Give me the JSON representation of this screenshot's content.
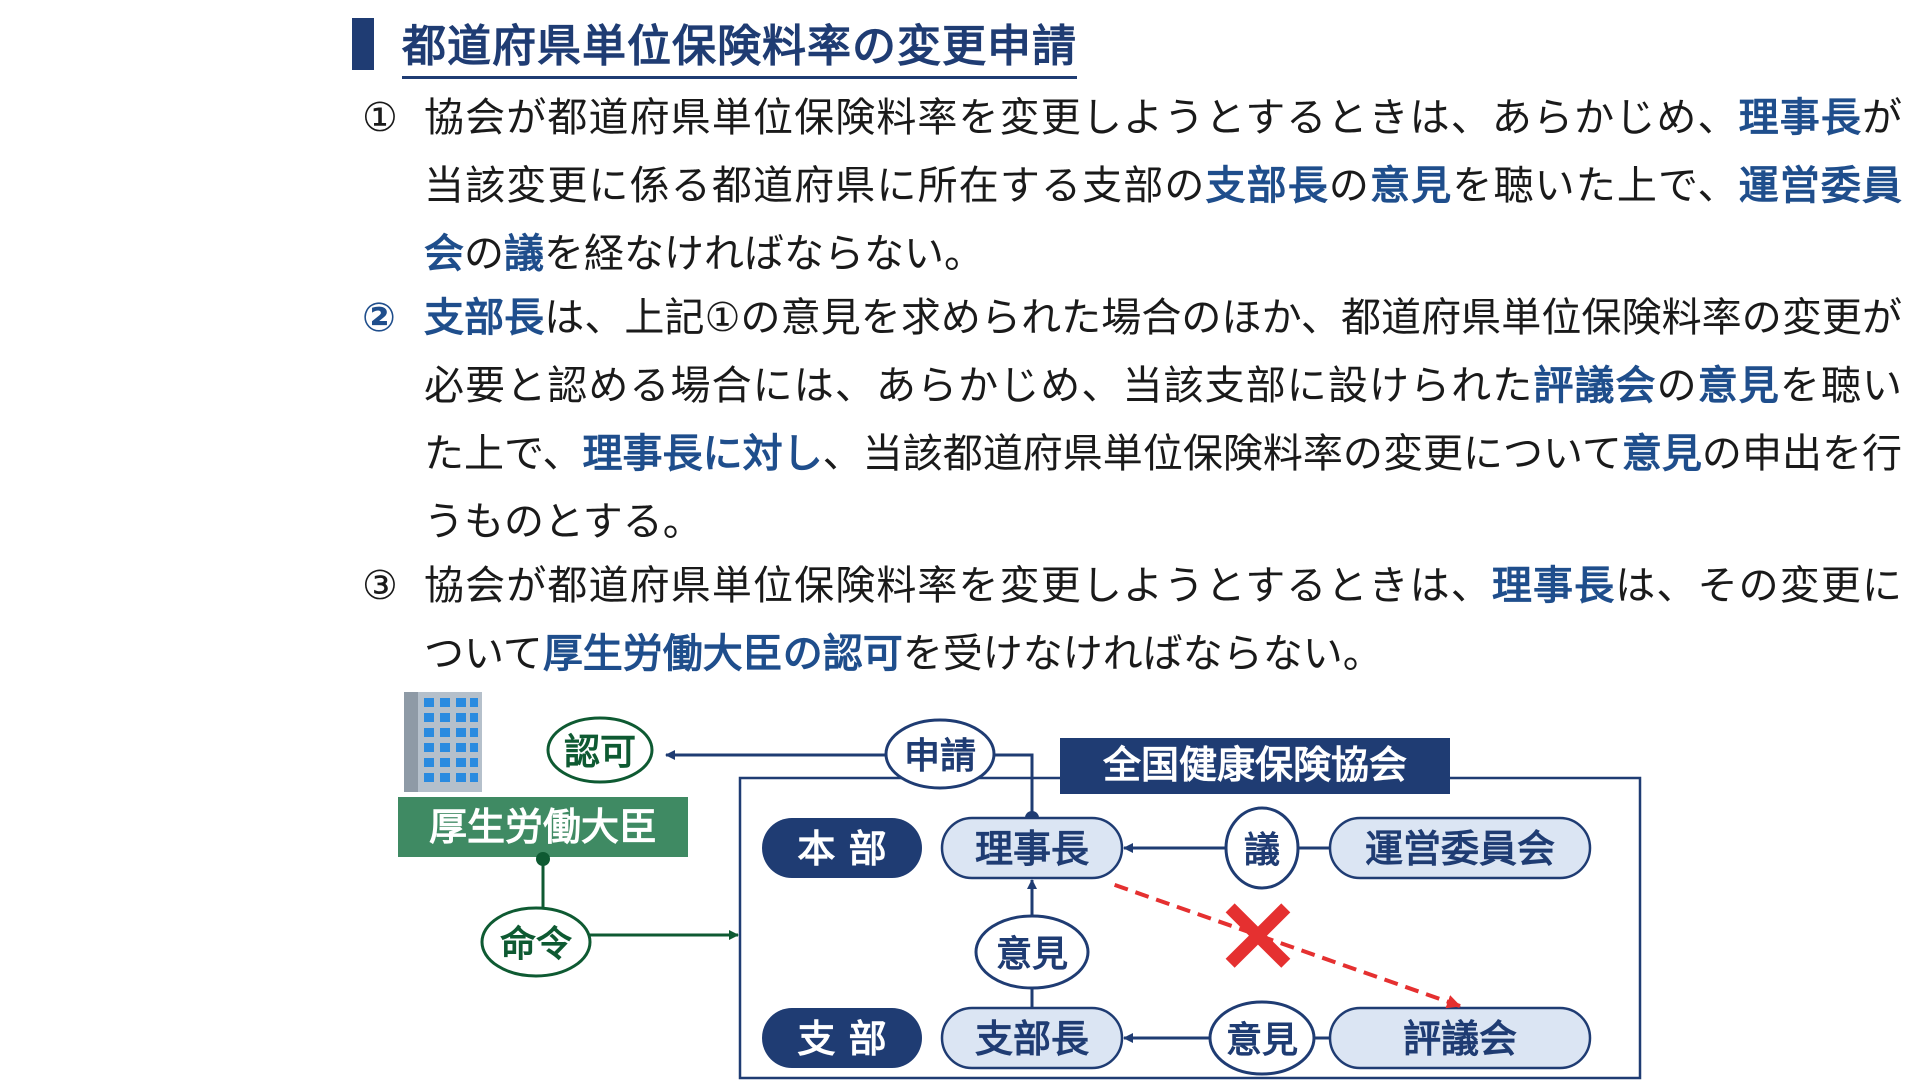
{
  "heading": "都道府県単位保険料率の変更申請",
  "items": [
    {
      "num": "①",
      "segments": [
        {
          "t": "協会が都道府県単位保険料率を変更しようとするときは、あらかじめ、"
        },
        {
          "t": "理事長",
          "b": true
        },
        {
          "t": "が当該変更に係る都道府県に所在する支部の"
        },
        {
          "t": "支部長",
          "b": true
        },
        {
          "t": "の"
        },
        {
          "t": "意見",
          "b": true
        },
        {
          "t": "を聴いた上で、"
        },
        {
          "t": "運営委員会",
          "b": true
        },
        {
          "t": "の"
        },
        {
          "t": "議",
          "b": true
        },
        {
          "t": "を経なければならない。"
        }
      ]
    },
    {
      "num": "②",
      "segments": [
        {
          "t": "支部長",
          "b": true
        },
        {
          "t": "は、上記①の意見を求められた場合のほか、都道府県単位保険料率の変更が必要と認める場合には、あらかじめ、当該支部に設けられた"
        },
        {
          "t": "評議会",
          "b": true
        },
        {
          "t": "の"
        },
        {
          "t": "意見",
          "b": true
        },
        {
          "t": "を聴いた上で、"
        },
        {
          "t": "理事長に対し",
          "b": true
        },
        {
          "t": "、当該都道府県単位保険料率の変更について"
        },
        {
          "t": "意見",
          "b": true
        },
        {
          "t": "の申出を行うものとする。"
        }
      ]
    },
    {
      "num": "③",
      "segments": [
        {
          "t": "協会が都道府県単位保険料率を変更しようとするときは、"
        },
        {
          "t": "理事長",
          "b": true
        },
        {
          "t": "は、その変更について"
        },
        {
          "t": "厚生労働大臣の認可",
          "b": true
        },
        {
          "t": "を受けなければならない。"
        }
      ]
    }
  ],
  "diagram": {
    "minister": "厚生労働大臣",
    "approval": "認可",
    "order": "命令",
    "application": "申請",
    "association": "全国健康保険協会",
    "headquarters": "本 部",
    "branch": "支 部",
    "chairman": "理事長",
    "deliberation": "議",
    "steering_committee": "運営委員会",
    "opinion_up": "意見",
    "branch_manager": "支部長",
    "opinion_left": "意見",
    "council": "評議会",
    "cross_mark": "×"
  },
  "colors": {
    "navy": "#1f3c73",
    "accent_blue": "#1f4e8c",
    "green": "#0e5a32",
    "minister_bg": "#3f8a63",
    "pill_fill": "#dbe5f3",
    "red": "#e53030"
  }
}
